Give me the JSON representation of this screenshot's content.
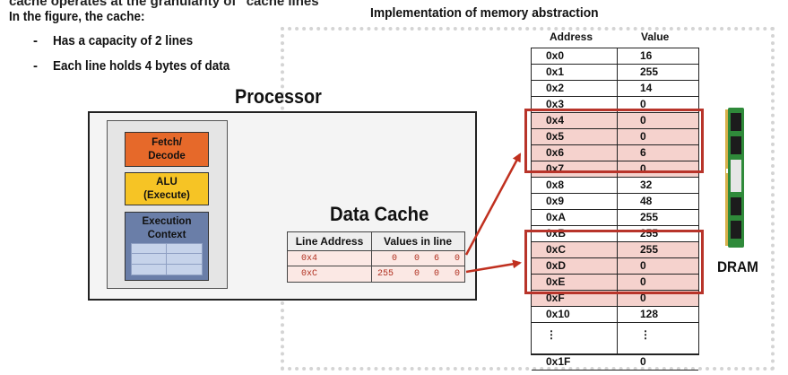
{
  "intro_cut": "cache operates at the granularity of \"cache lines\"",
  "intro": "In the figure, the cache:",
  "bullets": [
    "Has a capacity of 2 lines",
    "Each line holds 4 bytes of data"
  ],
  "memory_title": "Implementation of memory abstraction",
  "processor": {
    "title": "Processor",
    "fetch_line1": "Fetch/",
    "fetch_line2": "Decode",
    "alu_line1": "ALU",
    "alu_line2": "(Execute)",
    "exec_line1": "Execution",
    "exec_line2": "Context"
  },
  "cache": {
    "title": "Data Cache",
    "col_line_address": "Line Address",
    "col_values": "Values in line",
    "rows": [
      {
        "address": "0x4",
        "values": [
          "0",
          "0",
          "6",
          "0"
        ]
      },
      {
        "address": "0xC",
        "values": [
          "255",
          "0",
          "0",
          "0"
        ]
      }
    ]
  },
  "memory": {
    "col_address": "Address",
    "col_value": "Value",
    "rows": [
      {
        "address": "0x0",
        "value": "16",
        "highlight": false
      },
      {
        "address": "0x1",
        "value": "255",
        "highlight": false
      },
      {
        "address": "0x2",
        "value": "14",
        "highlight": false
      },
      {
        "address": "0x3",
        "value": "0",
        "highlight": false
      },
      {
        "address": "0x4",
        "value": "0",
        "highlight": true
      },
      {
        "address": "0x5",
        "value": "0",
        "highlight": true
      },
      {
        "address": "0x6",
        "value": "6",
        "highlight": true
      },
      {
        "address": "0x7",
        "value": "0",
        "highlight": true
      },
      {
        "address": "0x8",
        "value": "32",
        "highlight": false
      },
      {
        "address": "0x9",
        "value": "48",
        "highlight": false
      },
      {
        "address": "0xA",
        "value": "255",
        "highlight": false
      },
      {
        "address": "0xB",
        "value": "255",
        "highlight": false
      },
      {
        "address": "0xC",
        "value": "255",
        "highlight": true
      },
      {
        "address": "0xD",
        "value": "0",
        "highlight": true
      },
      {
        "address": "0xE",
        "value": "0",
        "highlight": true
      },
      {
        "address": "0xF",
        "value": "0",
        "highlight": true
      },
      {
        "address": "0x10",
        "value": "128",
        "highlight": false
      },
      {
        "address": "⋮",
        "value": "⋮",
        "highlight": false
      },
      {
        "address": "0x1F",
        "value": "0",
        "highlight": false
      }
    ]
  },
  "dram_label": "DRAM",
  "colors": {
    "highlight_border": "#b8342a",
    "highlight_fill": "#f5d2cd",
    "fetch": "#e6692a",
    "alu": "#f6c425",
    "exec": "#6a7ea8"
  }
}
